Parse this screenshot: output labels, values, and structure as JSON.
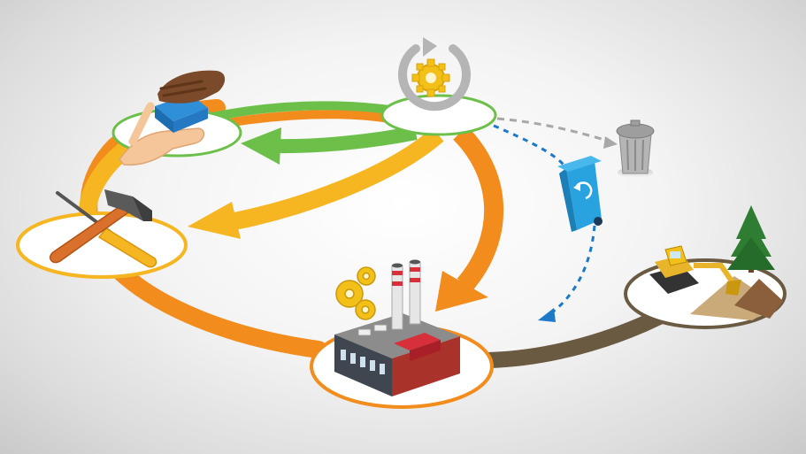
{
  "diagram": {
    "nodes": [
      {
        "id": "manufacture",
        "icon": "factory-icon",
        "ring_color": "#f28c1c"
      },
      {
        "id": "use",
        "icon": "hand-with-product-icon",
        "ring_color": "#6cc04a"
      },
      {
        "id": "reuse",
        "icon": "recycle-gear-icon",
        "ring_color": "#6cc04a"
      },
      {
        "id": "repair",
        "icon": "hammer-screwdriver-icon",
        "ring_color": "#f5b622"
      },
      {
        "id": "raw-materials",
        "icon": "excavator-tree-icon",
        "ring_color": "#6b5a42"
      }
    ],
    "disposal": [
      {
        "id": "landfill",
        "icon": "trash-can-icon",
        "line_color": "#a8a8a8"
      },
      {
        "id": "recycling",
        "icon": "recycling-bin-icon",
        "line_color": "#1e78c8"
      }
    ],
    "colors": {
      "orange": "#f28c1c",
      "yellow": "#f5b622",
      "green": "#6cc04a",
      "brown": "#6b5a42",
      "blue": "#1e78c8",
      "gray": "#a8a8a8"
    }
  }
}
